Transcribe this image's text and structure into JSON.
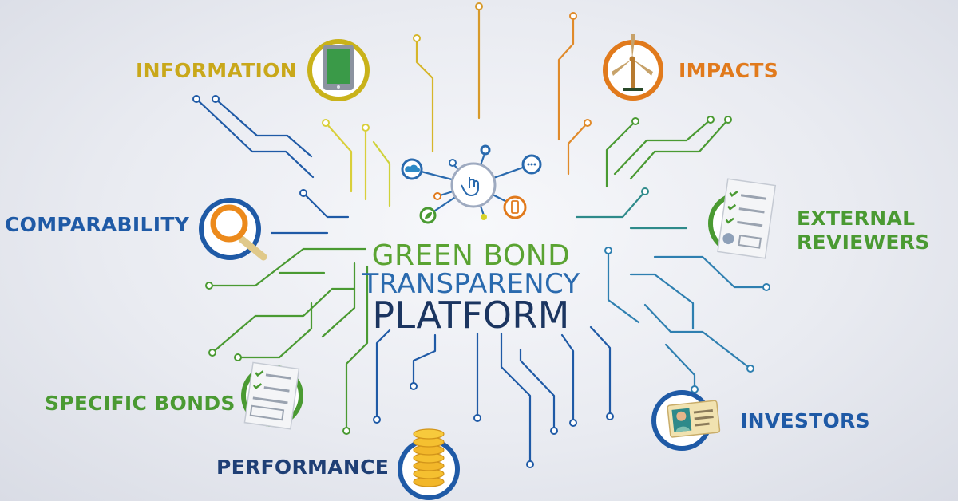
{
  "title": {
    "line1": "GREEN BOND",
    "line2": "TRANSPARENCY",
    "line3": "PLATFORM"
  },
  "labels": {
    "information": "INFORMATION",
    "impacts": "IMPACTS",
    "comparability": "COMPARABILITY",
    "external_reviewers_line1": "EXTERNAL",
    "external_reviewers_line2": "REVIEWERS",
    "specific_bonds": "SPECIFIC BONDS",
    "investors": "INVESTORS",
    "performance": "PERFORMANCE"
  },
  "icons": {
    "information": "tablet-icon",
    "impacts": "wind-turbine-icon",
    "comparability": "magnifier-icon",
    "external_reviewers": "checklist-document-icon",
    "specific_bonds": "checklist-document-icon",
    "investors": "id-card-icon",
    "performance": "coin-stack-icon",
    "hub_center": "touch-hand-icon",
    "hub_nodes": [
      "cloud-icon",
      "chat-icon",
      "phone-icon",
      "leaf-icon"
    ]
  },
  "colors": {
    "yellow": "#d6b62a",
    "orange": "#e17a1c",
    "blue": "#1f5aa6",
    "navy": "#1b3560",
    "green": "#4a9a32",
    "teal": "#2e8a8a"
  }
}
